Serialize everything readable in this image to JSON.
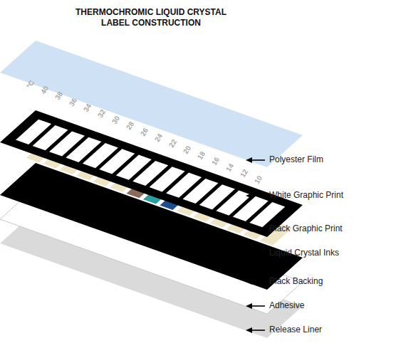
{
  "diagram": {
    "title": "THERMOCHROMIC LIQUID CRYSTAL LABEL CONSTRUCTION",
    "labels": [
      "°C",
      "40",
      "38",
      "36",
      "34",
      "32",
      "30",
      "28",
      "26",
      "24",
      "22",
      "20",
      "18",
      "16",
      "14",
      "12",
      "10",
      "Polyester Film",
      "White Graphic Print",
      "Black Graphic Print",
      "Liquid Crystal Inks",
      "Black Backing",
      "Adhesive",
      "Release Liner"
    ]
  }
}
